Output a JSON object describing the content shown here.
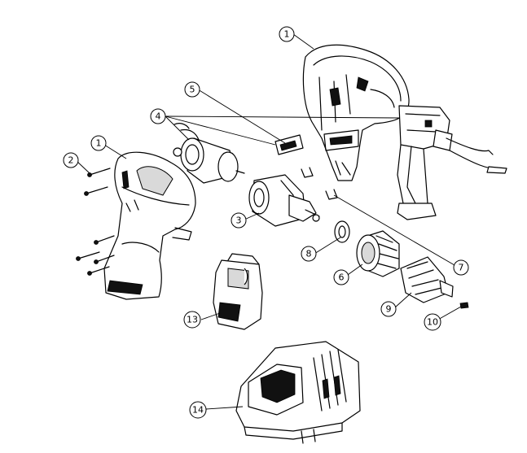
{
  "diagram": {
    "callouts": [
      {
        "id": "c1a",
        "label": "1"
      },
      {
        "id": "c1b",
        "label": "1"
      },
      {
        "id": "c2",
        "label": "2"
      },
      {
        "id": "c3",
        "label": "3"
      },
      {
        "id": "c4",
        "label": "4"
      },
      {
        "id": "c5",
        "label": "5"
      },
      {
        "id": "c6",
        "label": "6"
      },
      {
        "id": "c7",
        "label": "7"
      },
      {
        "id": "c8",
        "label": "8"
      },
      {
        "id": "c9",
        "label": "9"
      },
      {
        "id": "c10",
        "label": "10"
      },
      {
        "id": "c13",
        "label": "13"
      },
      {
        "id": "c14",
        "label": "14"
      }
    ]
  }
}
